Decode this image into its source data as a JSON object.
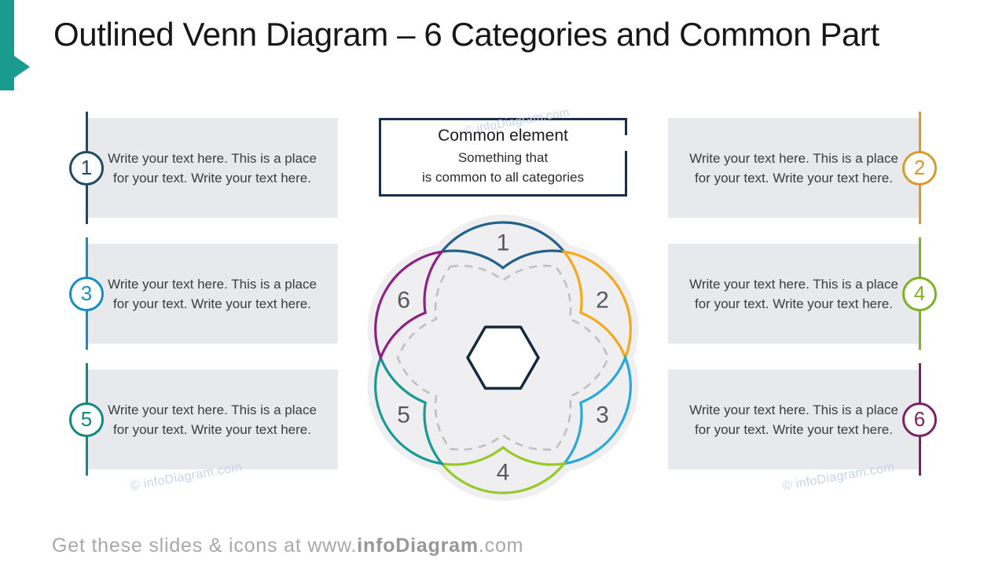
{
  "slide": {
    "title": "Outlined Venn Diagram – 6 Categories and Common Part",
    "accent_color": "#199B8F"
  },
  "common_box": {
    "title": "Common element",
    "line1": "Something that",
    "line2": "is common to all categories",
    "border_color": "#14304A"
  },
  "boxes": [
    {
      "number": "1",
      "side": "left",
      "color": "#1E4A63",
      "text": "Write your text here. This is a place for your text. Write your text here."
    },
    {
      "number": "2",
      "side": "right",
      "color": "#D89A2B",
      "text": "Write your text here. This is a place for your text. Write your text here."
    },
    {
      "number": "3",
      "side": "left",
      "color": "#148FBF",
      "text": "Write your text here. This is a place for your text. Write your text here."
    },
    {
      "number": "4",
      "side": "right",
      "color": "#7FB222",
      "text": "Write your text here. This is a place for your text. Write your text here."
    },
    {
      "number": "5",
      "side": "left",
      "color": "#12897D",
      "text": "Write your text here. This is a place for your text. Write your text here."
    },
    {
      "number": "6",
      "side": "right",
      "color": "#7E2162",
      "text": "Write your text here. This is a place for your text. Write your text here."
    }
  ],
  "flower": {
    "petals": [
      {
        "label": "1",
        "color": "#21618C"
      },
      {
        "label": "2",
        "color": "#F6A81C"
      },
      {
        "label": "3",
        "color": "#29A8DC"
      },
      {
        "label": "4",
        "color": "#97CA26"
      },
      {
        "label": "5",
        "color": "#199B91"
      },
      {
        "label": "6",
        "color": "#8E2183"
      }
    ],
    "number_color": "#595959",
    "silhouette_color": "#EFEFF1",
    "dashed_color": "#C0C0C0",
    "hexagon_border": "#132B3D"
  },
  "watermarks": {
    "text": "© infoDiagram.com",
    "color": "#C4D1E8"
  },
  "footer": {
    "prefix": "Get these slides & icons at www.",
    "bold": "infoDiagram",
    "suffix": ".com"
  }
}
